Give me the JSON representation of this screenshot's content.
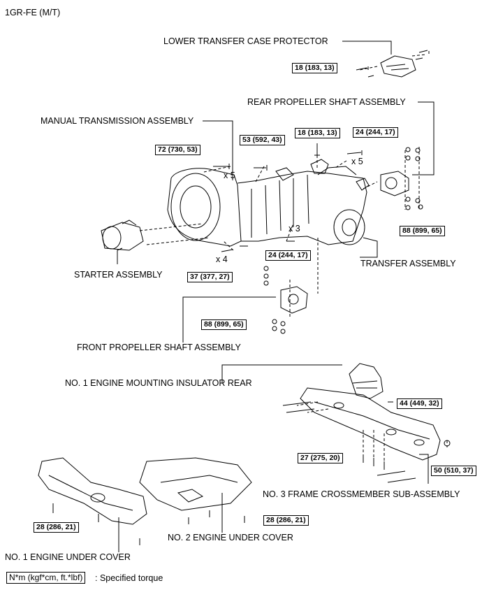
{
  "header": {
    "title": "1GR-FE (M/T)"
  },
  "labels": {
    "lower_transfer_case_protector": "LOWER TRANSFER CASE PROTECTOR",
    "rear_propeller_shaft_assembly": "REAR PROPELLER SHAFT ASSEMBLY",
    "manual_transmission_assembly": "MANUAL TRANSMISSION ASSEMBLY",
    "starter_assembly": "STARTER ASSEMBLY",
    "transfer_assembly": "TRANSFER ASSEMBLY",
    "front_propeller_shaft_assembly": "FRONT PROPELLER SHAFT ASSEMBLY",
    "no1_engine_mounting_insulator_rear": "NO. 1 ENGINE MOUNTING INSULATOR REAR",
    "no3_frame_crossmember": "NO. 3 FRAME CROSSMEMBER SUB-ASSEMBLY",
    "no2_engine_under_cover": "NO. 2 ENGINE UNDER COVER",
    "no1_engine_under_cover": "NO. 1 ENGINE UNDER COVER"
  },
  "torques": {
    "protector": "18 (183, 13)",
    "top_center": "18 (183, 13)",
    "left_bolt": "72 (730, 53)",
    "mid_bolt": "53 (592, 43)",
    "rear_bolt": "24 (244, 17)",
    "rear_nut": "88 (899, 65)",
    "lower_bolt": "24 (244, 17)",
    "starter_bolt": "37 (377, 27)",
    "front_prop_nut": "88 (899, 65)",
    "mount": "44 (449, 32)",
    "crossmember_bolt": "27 (275, 20)",
    "crossmember_nut": "50 (510, 37)",
    "cover1": "28 (286, 21)",
    "cover2": "28 (286, 21)"
  },
  "multipliers": {
    "x5_left": "x 5",
    "x5_right": "x 5",
    "x3": "x 3",
    "x4": "x 4"
  },
  "legend": {
    "unit": "N*m (kgf*cm, ft.*lbf)",
    "text": ": Specified torque"
  }
}
